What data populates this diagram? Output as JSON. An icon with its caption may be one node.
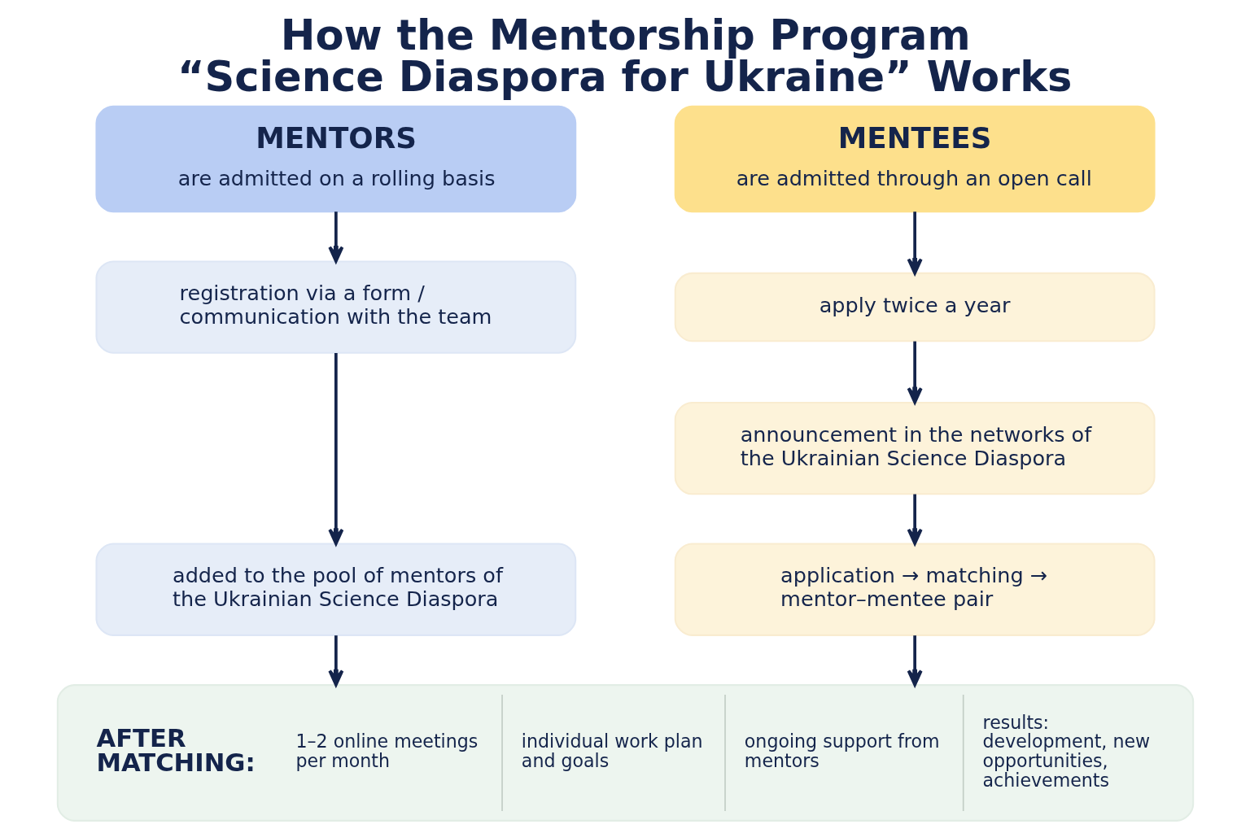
{
  "diagram": {
    "title": "How the Mentorship Program “Science Diaspora for Ukraine” Works",
    "nodes": [
      {
        "text": [
          "MENTORS",
          "are admitted on a rolling basis"
        ]
      },
      {
        "text": [
          "registration via a form / communication with the team"
        ]
      },
      {
        "text": [
          "added to the pool of mentors of the Ukrainian Science Diaspora"
        ]
      },
      {
        "text": [
          "MENTEES",
          "are admitted through an open call"
        ]
      },
      {
        "text": [
          "apply twice a year"
        ]
      },
      {
        "text": [
          "announcement in the networks of the Ukrainian Science Diaspora"
        ]
      },
      {
        "text": [
          "application → matching → mentor–mentee pair"
        ]
      },
      {
        "text": [
          "AFTER MATCHING:",
          "1–2 online meetings per month",
          "individual work plan and goals",
          "ongoing support from mentors",
          "results: development, new opportunities, achievements"
        ]
      }
    ],
    "edges": [
      {
        "from": 0,
        "to": 1,
        "arrow": "to"
      },
      {
        "from": 1,
        "to": 2,
        "arrow": "to"
      },
      {
        "from": 3,
        "to": 4,
        "arrow": "to"
      },
      {
        "from": 4,
        "to": 5,
        "arrow": "to"
      },
      {
        "from": 5,
        "to": 6,
        "arrow": "to"
      },
      {
        "from": 2,
        "to": 7,
        "arrow": "to"
      },
      {
        "from": 6,
        "to": 7,
        "arrow": "to"
      }
    ]
  }
}
